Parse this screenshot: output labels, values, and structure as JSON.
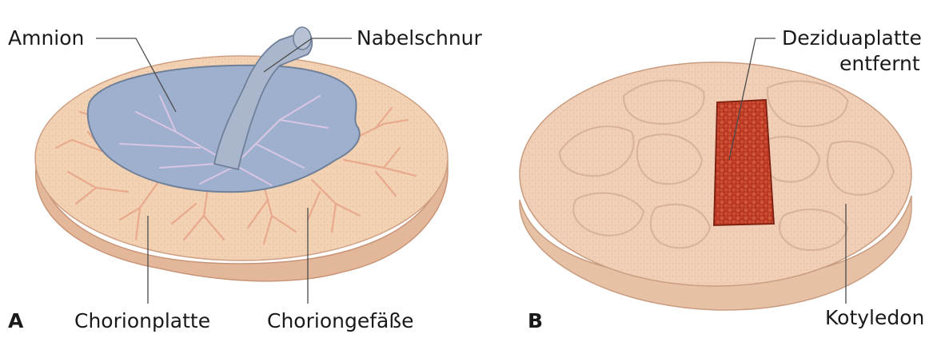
{
  "panel_a": {
    "letter": "A",
    "labels": {
      "amnion": "Amnion",
      "nabelschnur": "Nabelschnur",
      "chorionplatte": "Chorionplatte",
      "choriongefaesse": "Choriongefäße"
    }
  },
  "panel_b": {
    "letter": "B",
    "labels": {
      "deziduaplatte_line1": "Deziduaplatte",
      "deziduaplatte_line2": "entfernt",
      "kotyledon": "Kotyledon"
    }
  },
  "colors": {
    "placenta_tissue": "#f3d2b4",
    "placenta_rim": "#e0b596",
    "amnion": "#9fb0cf",
    "umbilical_cord": "#a9b6cc",
    "chorion_vessels": "#e8a98c",
    "dezidua_exposed": "#b8341f"
  }
}
